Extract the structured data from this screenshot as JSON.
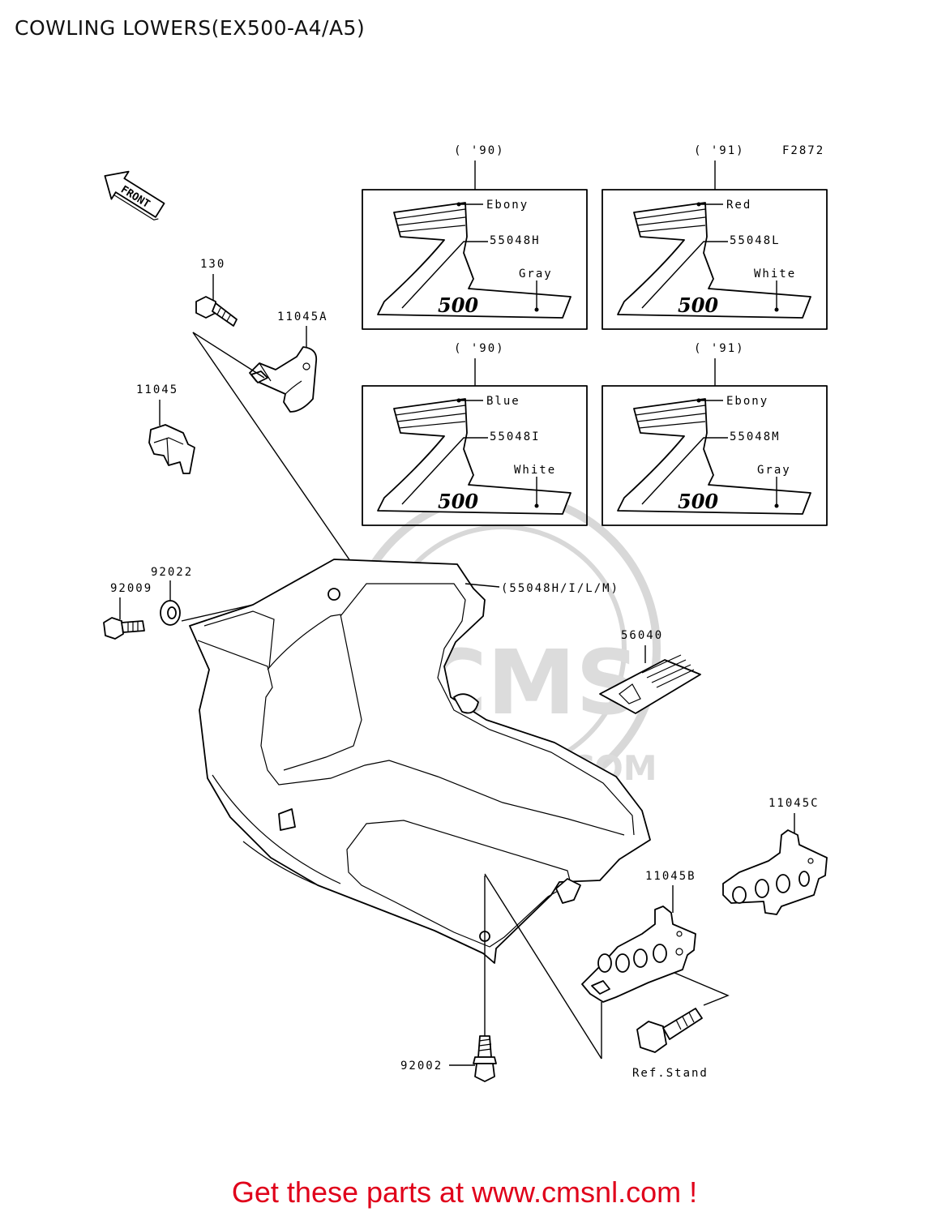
{
  "title": "COWLING LOWERS(EX500-A4/A5)",
  "figure_code": "F2872",
  "front_arrow": "FRONT",
  "watermark": {
    "logo": "CMS",
    "url": "WWW.CMSNL.COM"
  },
  "decal_panels": [
    {
      "year": "( '90)",
      "top_color": "Ebony",
      "part": "55048H",
      "bottom_color": "Gray",
      "badge": "500"
    },
    {
      "year": "( '91)",
      "top_color": "Red",
      "part": "55048L",
      "bottom_color": "White",
      "badge": "500"
    },
    {
      "year": "( '90)",
      "top_color": "Blue",
      "part": "55048I",
      "bottom_color": "White",
      "badge": "500"
    },
    {
      "year": "( '91)",
      "top_color": "Ebony",
      "part": "55048M",
      "bottom_color": "Gray",
      "badge": "500"
    }
  ],
  "callouts": {
    "p130": "130",
    "p11045A": "11045A",
    "p11045": "11045",
    "p92022": "92022",
    "p92009": "92009",
    "p55048": "(55048H/I/L/M)",
    "p56040": "56040",
    "p11045C": "11045C",
    "p11045B": "11045B",
    "p92002": "92002",
    "ref_stand": "Ref.Stand"
  },
  "footer": "Get these parts at www.cmsnl.com !",
  "colors": {
    "footer": "#e0001a",
    "line": "#000000",
    "watermark": "#d8d8d8"
  }
}
